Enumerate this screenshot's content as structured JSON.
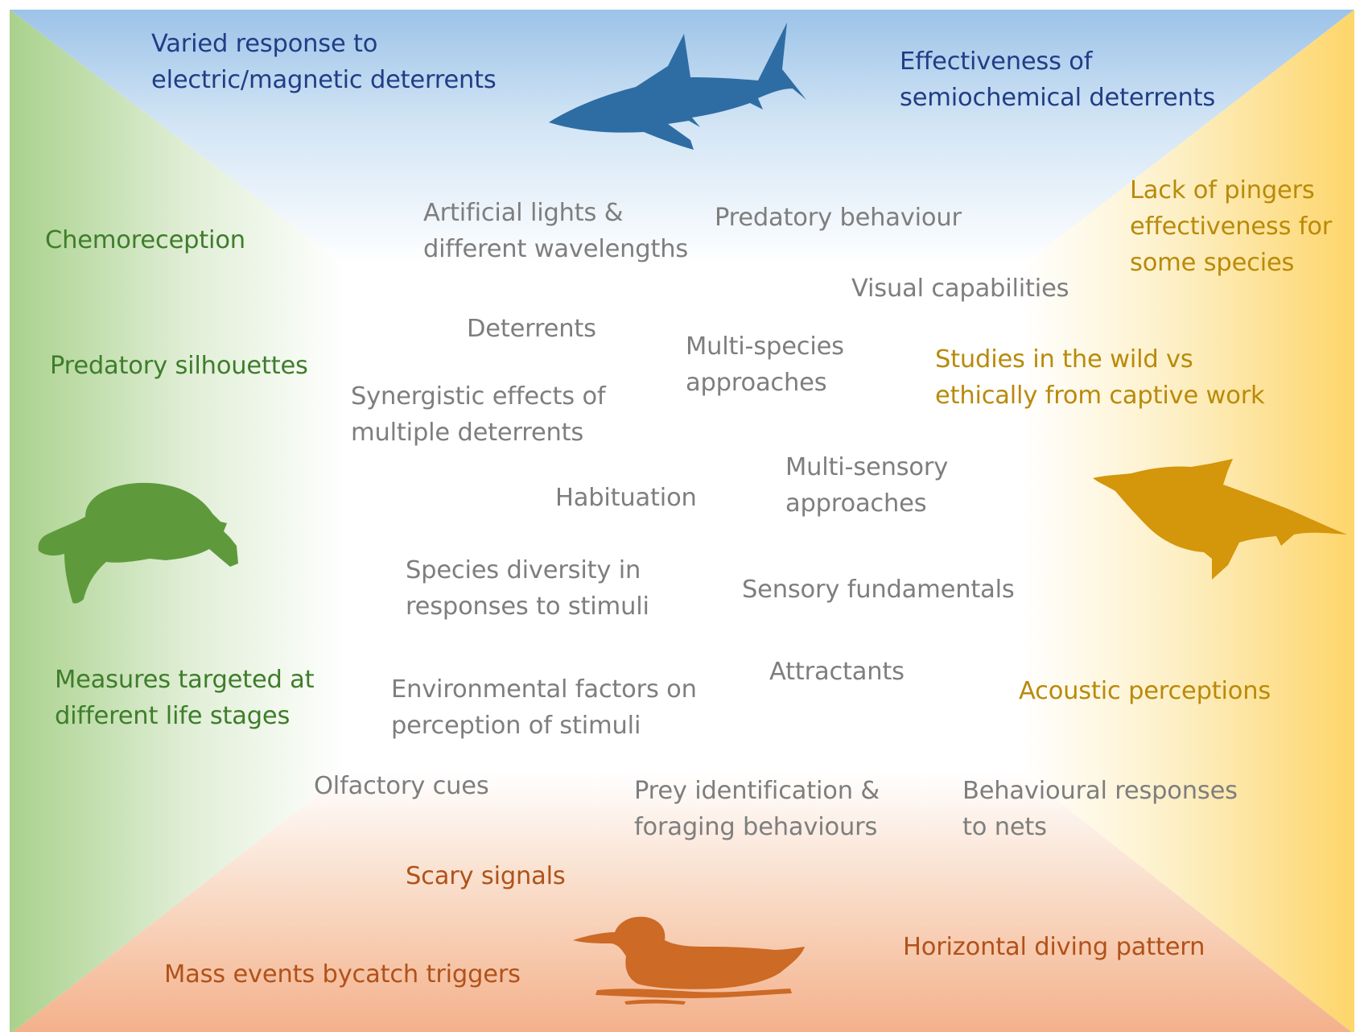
{
  "colors": {
    "shark": "#2e6da4",
    "turtle": "#5e9a3c",
    "dolphin": "#d4960a",
    "bird": "#cc6a26",
    "blue_text": "#203d86",
    "gray_text": "#7e7e7e",
    "green_text": "#3e7d2b",
    "gold_text": "#b98a0a",
    "brown_text": "#b0521a"
  },
  "animals": {
    "top": "shark-icon",
    "left": "sea-turtle-icon",
    "right": "dolphin-icon",
    "bottom": "seabird-icon"
  },
  "top_labels": {
    "electric": "Varied response to\nelectric/magnetic deterrents",
    "semiochemical": "Effectiveness of\nsemiochemical deterrents"
  },
  "left_labels": {
    "chemoreception": "Chemoreception",
    "silhouettes": "Predatory silhouettes",
    "life_stages": "Measures targeted at\ndifferent life stages"
  },
  "right_labels": {
    "pingers": "Lack of pingers\neffectiveness for\nsome species",
    "wild": "Studies in the wild vs\nethically from captive work",
    "acoustic": "Acoustic perceptions"
  },
  "bottom_labels": {
    "scary": "Scary signals",
    "mass": "Mass events bycatch triggers",
    "diving": "Horizontal diving pattern"
  },
  "center_labels": {
    "lights": "Artificial lights &\ndifferent wavelengths",
    "predatory": "Predatory behaviour",
    "visual": "Visual capabilities",
    "deterrents": "Deterrents",
    "multispecies": "Multi-species\napproaches",
    "synergistic": "Synergistic effects of\nmultiple deterrents",
    "multisensory": "Multi-sensory\napproaches",
    "habituation": "Habituation",
    "diversity": "Species diversity in\nresponses to stimuli",
    "sensory": "Sensory fundamentals",
    "attractants": "Attractants",
    "environmental": "Environmental factors on\nperception of stimuli",
    "olfactory": "Olfactory cues",
    "prey": "Prey identification &\nforaging behaviours",
    "nets": "Behavioural responses\nto nets"
  }
}
